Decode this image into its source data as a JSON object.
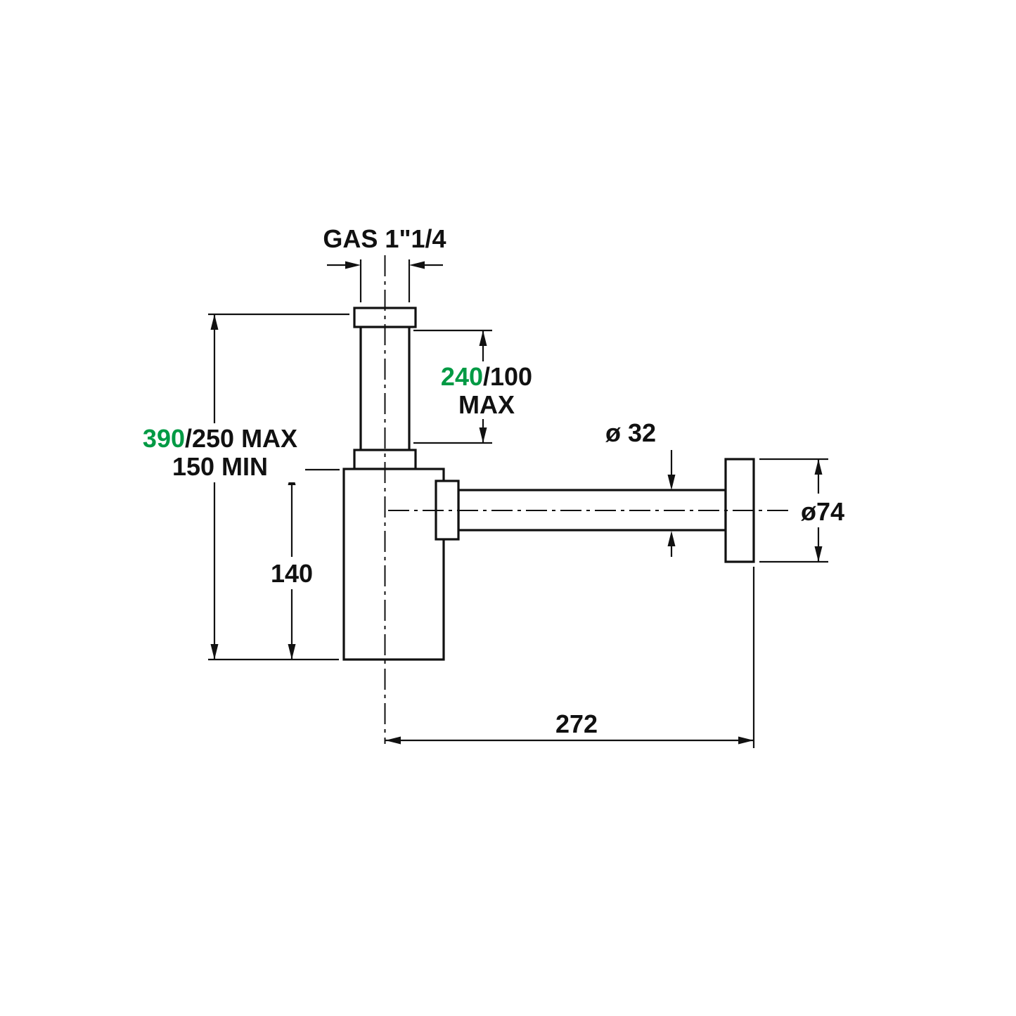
{
  "drawing": {
    "type": "technical-dimension-diagram",
    "colors": {
      "line": "#111111",
      "accent_green": "#009a44",
      "background": "#ffffff"
    },
    "labels": {
      "gas_thread": "GAS 1\"1/4",
      "overall_height_green": "390",
      "overall_height_black": "/250 MAX",
      "overall_height_min": "150 MIN",
      "inlet_height_green": "240",
      "inlet_height_black": "/100",
      "inlet_height_max": "MAX",
      "body_height": "140",
      "pipe_diameter": "ø 32",
      "flange_diameter": "ø74",
      "horizontal_length": "272"
    }
  }
}
